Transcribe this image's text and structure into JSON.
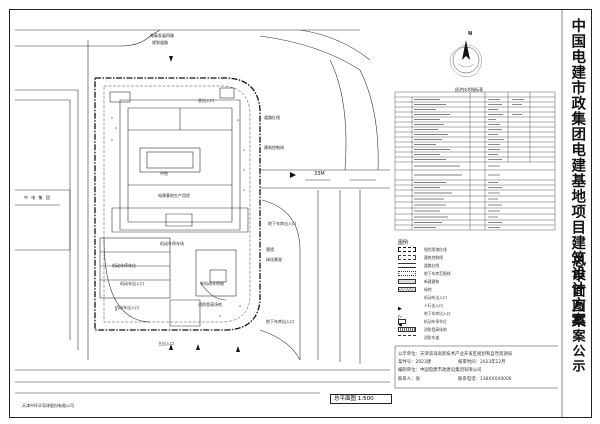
{
  "title": {
    "main": "中国电建市政集团电建基地项目建筑设计方案",
    "sub": "总平面图草案公示"
  },
  "drawing": {
    "scale_label": "总平面图 1:500",
    "road_label": "33M",
    "left_road_label": "中 电 集 团",
    "bottom_road_label": "天津中环半导体股份有限公司",
    "top_labels": [
      "海泰发展四路",
      "规划道路"
    ],
    "right_labels": [
      "道路红线",
      "建筑控制线"
    ],
    "plan_labels": [
      "电建基地生产用房",
      "中院",
      "总出入口",
      "地下车库出入口",
      "机动车出入口",
      "机动车出入口",
      "非机动车停放",
      "机动车停车场",
      "主出入口",
      "围墙",
      "绿化景观",
      "消防登高场地",
      "机动车停车位",
      "地下车库出入口"
    ]
  },
  "north": {
    "label": "N"
  },
  "table": {
    "title": "经济技术指标表"
  },
  "legend": {
    "title": "图例",
    "items": [
      "规划用地红线",
      "建筑控制线",
      "道路红线",
      "地下车库范围线",
      "新建建筑",
      "绿地",
      "机动车出入口",
      "人行出入口",
      "地下车库出入口",
      "机动车停车位",
      "消防登高场地",
      "消防车道"
    ]
  },
  "info": {
    "unit": "公示单位：天津滨海高新技术产业开发区规划和自然资源局",
    "case_no": "案件号：2023建",
    "date": "报审时间：2023年12月",
    "designer": "编制单位：中国电建市政建设集团有限公司",
    "contact": "联系人：张",
    "phone": "联系电话：138XXXX0000"
  },
  "colors": {
    "line": "#333333",
    "site_boundary": "#111111",
    "paper": "#ffffff"
  }
}
